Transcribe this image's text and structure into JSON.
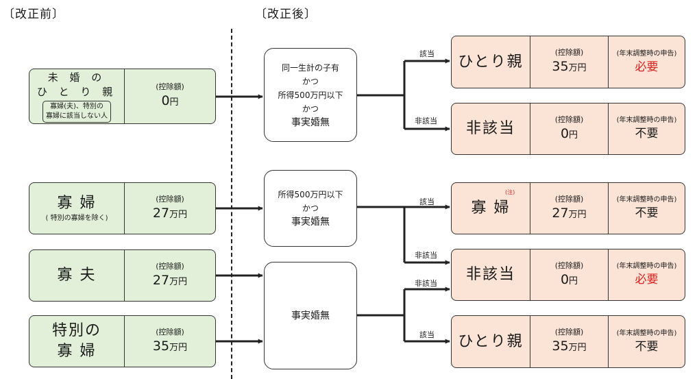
{
  "headers": {
    "before": "〔改正前〕",
    "after": "〔改正後〕"
  },
  "labels": {
    "deduction": "(控除額)",
    "declaration": "(年末調整時の申告)"
  },
  "before": [
    {
      "id": "unmarried",
      "title_l1": "未 婚 の",
      "title_l2": "ひ と り 親",
      "note_l1": "寡婦(夫)、特別の",
      "note_l2": "寡婦に該当しない人",
      "amount": "0",
      "unit": "円"
    },
    {
      "id": "widow",
      "title": "寡 婦",
      "sub": "( 特別の寡婦を除く)",
      "amount": "27",
      "unit": "万円"
    },
    {
      "id": "widower",
      "title": "寡 夫",
      "amount": "27",
      "unit": "万円"
    },
    {
      "id": "special",
      "title_l1": "特別の",
      "title_l2": "寡 婦",
      "amount": "35",
      "unit": "万円"
    }
  ],
  "conditions": [
    {
      "id": "cond1",
      "l1": "同一生計の子有",
      "l2": "かつ",
      "l3": "所得500万円以下",
      "l4": "かつ",
      "l5": "事実婚無"
    },
    {
      "id": "cond2",
      "l1": "所得500万円以下",
      "l2": "かつ",
      "l3": "事実婚無"
    },
    {
      "id": "cond3",
      "l1": "事実婚無"
    }
  ],
  "edges": {
    "yes": "該当",
    "no": "非該当"
  },
  "results": [
    {
      "id": "r1",
      "name": "ひとり親",
      "amount": "35",
      "unit": "万円",
      "declaration": "必要",
      "declaration_required": true
    },
    {
      "id": "r2",
      "name": "非該当",
      "amount": "0",
      "unit": "円",
      "declaration": "不要",
      "declaration_required": false
    },
    {
      "id": "r3",
      "name": "寡 婦",
      "name_note": "(注)",
      "amount": "27",
      "unit": "万円",
      "declaration": "不要",
      "declaration_required": false
    },
    {
      "id": "r4",
      "name": "非該当",
      "amount": "0",
      "unit": "円",
      "declaration": "必要",
      "declaration_required": true
    },
    {
      "id": "r5",
      "name": "ひとり親",
      "amount": "35",
      "unit": "万円",
      "declaration": "不要",
      "declaration_required": false
    }
  ],
  "colors": {
    "before_fill": "#e2f0d9",
    "result_fill": "#fbe3d6",
    "required_text": "#e0201c",
    "line": "#222222"
  }
}
